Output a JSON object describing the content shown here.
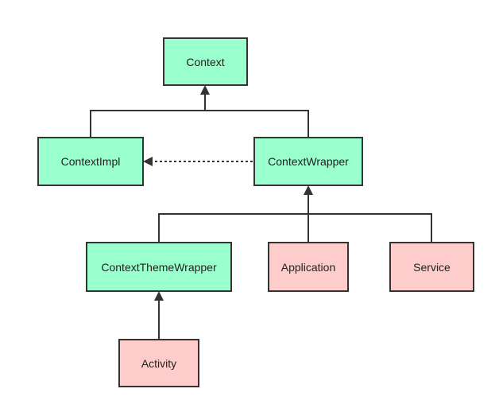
{
  "diagram": {
    "colors": {
      "core": "#99ffcc",
      "component": "#ffcccc",
      "line": "#333333"
    },
    "nodes": {
      "context": "Context",
      "context_impl": "ContextImpl",
      "context_wrapper": "ContextWrapper",
      "context_theme_wrapper": "ContextThemeWrapper",
      "application": "Application",
      "service": "Service",
      "activity": "Activity"
    }
  }
}
